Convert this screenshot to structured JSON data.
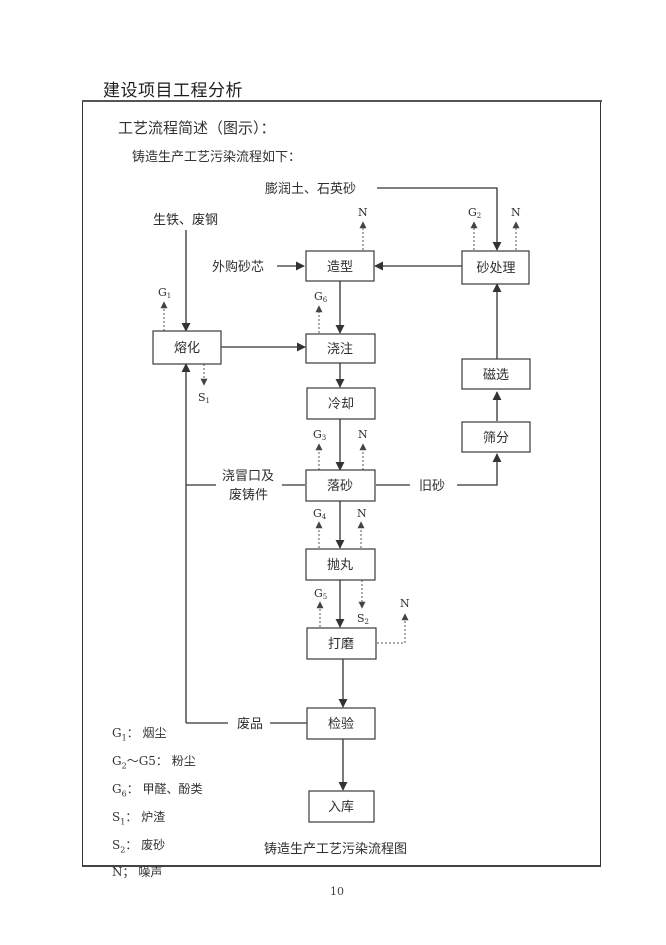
{
  "page": {
    "section_title": "建设项目工程分析",
    "subtitle": "工艺流程简述（图示）：",
    "intro": "铸造生产工艺污染流程如下：",
    "page_number": "10"
  },
  "diagram": {
    "caption": "铸造生产工艺污染流程图",
    "nodes": {
      "molding": "造型",
      "sand_treatment": "砂处理",
      "melting": "熔化",
      "pouring": "浇注",
      "cooling": "冷却",
      "shakeout": "落砂",
      "magnetic_separation": "磁选",
      "screening": "筛分",
      "shot_blasting": "抛丸",
      "grinding": "打磨",
      "inspection": "检验",
      "storage": "入库"
    },
    "inputs": {
      "bentonite_quartz": "膨润土、石英砂",
      "pig_iron_scrap": "生铁、废钢",
      "purchased_cores": "外购砂芯",
      "risers_scrap": [
        "浇冒口及",
        "废铸件"
      ],
      "old_sand": "旧砂",
      "rejects": "废品"
    },
    "emissions": {
      "g1": {
        "base": "G",
        "sub": "1"
      },
      "g2": {
        "base": "G",
        "sub": "2"
      },
      "g3": {
        "base": "G",
        "sub": "3"
      },
      "g4": {
        "base": "G",
        "sub": "4"
      },
      "g5": {
        "base": "G",
        "sub": "5"
      },
      "g6": {
        "base": "G",
        "sub": "6"
      },
      "s1": {
        "base": "S",
        "sub": "1"
      },
      "s2": {
        "base": "S",
        "sub": "2"
      },
      "n": "N"
    },
    "legend": [
      {
        "code": "G",
        "sub": "1",
        "suffix": "",
        "desc": "烟尘"
      },
      {
        "code": "G",
        "sub": "2",
        "suffix": "～G5",
        "desc": "粉尘"
      },
      {
        "code": "G",
        "sub": "6",
        "suffix": "",
        "desc": "甲醛、酚类"
      },
      {
        "code": "S",
        "sub": "1",
        "suffix": "",
        "desc": "炉渣"
      },
      {
        "code": "S",
        "sub": "2",
        "suffix": "",
        "desc": "废砂"
      },
      {
        "code": "N",
        "sub": "",
        "suffix": "",
        "desc": "噪声"
      }
    ]
  }
}
